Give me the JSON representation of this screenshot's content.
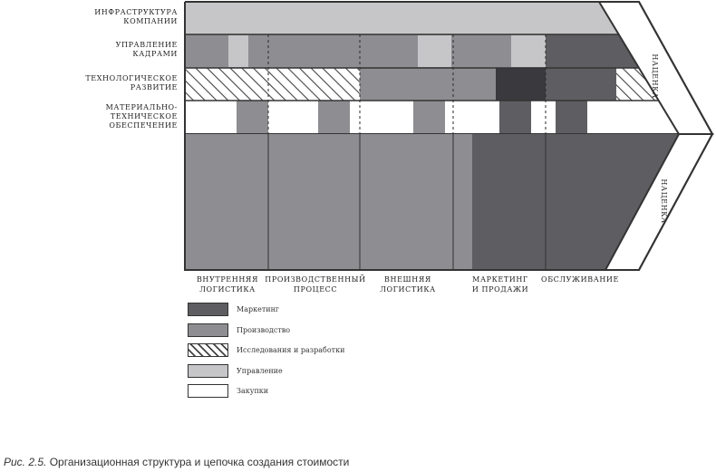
{
  "rows": [
    {
      "id": "infrastructure",
      "label": "ИНФРАСТРУКТУРА\nКОМПАНИИ"
    },
    {
      "id": "hr",
      "label": "УПРАВЛЕНИЕ\nКАДРАМИ"
    },
    {
      "id": "technology",
      "label": "ТЕХНОЛОГИЧЕСКОЕ\nРАЗВИТИЕ"
    },
    {
      "id": "procurement",
      "label": "МАТЕРИАЛЬНО-\nТЕХНИЧЕСКОЕ\nОБЕСПЕЧЕНИЕ"
    }
  ],
  "columns": [
    {
      "id": "inbound",
      "label": "ВНУТРЕННЯЯ\nЛОГИСТИКА"
    },
    {
      "id": "operations",
      "label": "ПРОИЗВОДСТВЕННЫЙ\nПРОЦЕСС"
    },
    {
      "id": "outbound",
      "label": "ВНЕШНЯЯ\nЛОГИСТИКА"
    },
    {
      "id": "marketing",
      "label": "МАРКЕТИНГ\nИ ПРОДАЖИ"
    },
    {
      "id": "service",
      "label": "ОБСЛУЖИВАНИЕ"
    }
  ],
  "margin": {
    "label_top": "НАЦЕНКА",
    "label_bottom": "НАЦЕНКА"
  },
  "legend": [
    {
      "id": "marketing",
      "label": "Маркетинг",
      "fill": "#5e5e62"
    },
    {
      "id": "production",
      "label": "Производство",
      "fill": "#8e8e92"
    },
    {
      "id": "rnd",
      "label": "Исследования и разработки",
      "fill": "hatch"
    },
    {
      "id": "management",
      "label": "Управление",
      "fill": "#c6c6c8"
    },
    {
      "id": "purchasing",
      "label": "Закупки",
      "fill": "#ffffff"
    }
  ],
  "caption": {
    "figure": "Рис. 2.5.",
    "text": "Организационная структура и цепочка создания стоимости"
  },
  "colors": {
    "marketing": "#5e5e62",
    "production": "#8e8e92",
    "management": "#c6c6c8",
    "purchasing": "#ffffff",
    "rnd_dark": "#3a3a3e",
    "outline": "#333333"
  }
}
